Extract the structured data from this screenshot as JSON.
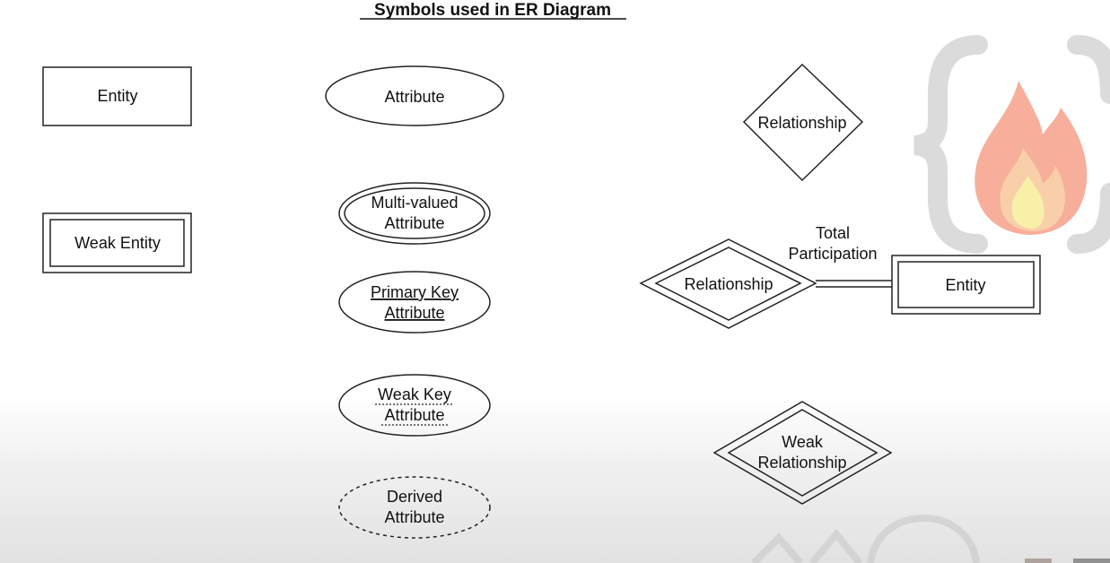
{
  "title": "Symbols used in ER Diagram",
  "symbols": {
    "entity": "Entity",
    "weak_entity": "Weak Entity",
    "attribute": "Attribute",
    "multivalued": {
      "line1": "Multi-valued",
      "line2": "Attribute"
    },
    "primary_key": {
      "line1": "Primary Key",
      "line2": "Attribute"
    },
    "weak_key": {
      "line1": "Weak Key",
      "line2": "Attribute"
    },
    "derived": {
      "line1": "Derived",
      "line2": "Attribute"
    },
    "relationship": "Relationship",
    "identifying_relationship": "Relationship",
    "total_participation": {
      "line1": "Total",
      "line2": "Participation"
    },
    "participating_entity": "Entity",
    "weak_relationship": {
      "line1": "Weak",
      "line2": "Relationship"
    }
  },
  "colors": {
    "stroke": "#222222",
    "watermark_gray": "#d5d5d5",
    "flame_outer": "#f6a08a",
    "flame_inner": "#f7c79a",
    "flame_core": "#f9ee9a"
  },
  "watermark": {
    "icon": "fire-logo-icon"
  }
}
